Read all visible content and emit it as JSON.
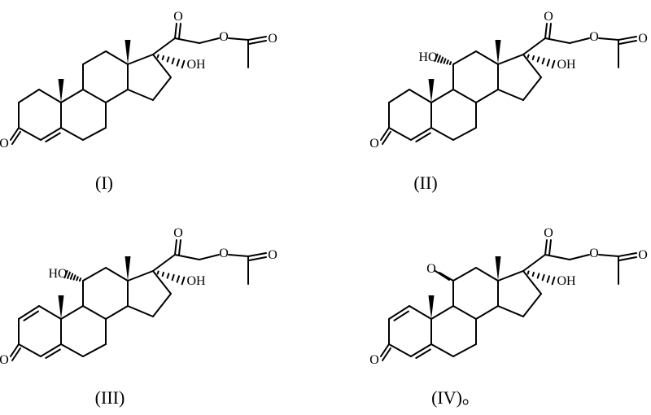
{
  "structures": [
    {
      "caption": "(I)",
      "labels": {
        "keto_o": "O",
        "side_o": "O",
        "ester_o": "O",
        "ring_o": "O",
        "oh17": "OH"
      },
      "c11": "none",
      "delta1": false
    },
    {
      "caption": "(II)",
      "labels": {
        "keto_o": "O",
        "side_o": "O",
        "ester_o": "O",
        "ring_o": "O",
        "oh17": "OH",
        "c11": "HO"
      },
      "c11": "hydroxy",
      "delta1": false
    },
    {
      "caption": "(III)",
      "labels": {
        "keto_o": "O",
        "side_o": "O",
        "ester_o": "O",
        "ring_o": "O",
        "oh17": "OH",
        "c11": "HO"
      },
      "c11": "hydroxy",
      "delta1": true
    },
    {
      "caption": "(IV)。",
      "labels": {
        "keto_o": "O",
        "side_o": "O",
        "ester_o": "O",
        "ring_o": "O",
        "oh17": "OH",
        "c11": "O"
      },
      "c11": "keto",
      "delta1": true
    }
  ]
}
